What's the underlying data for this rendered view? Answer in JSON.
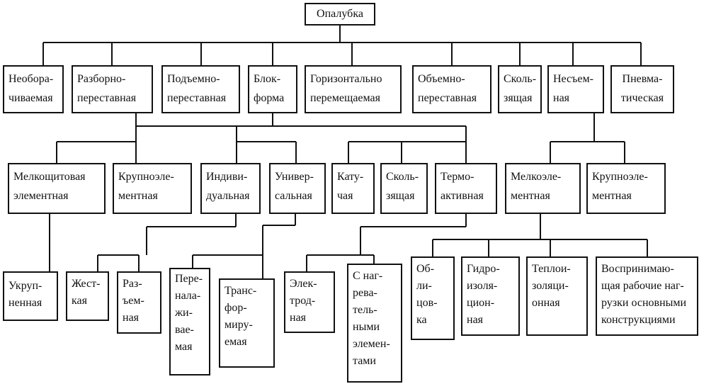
{
  "diagram": {
    "root": "Опалубка",
    "level1": [
      {
        "id": "l1a",
        "label": "Необора-\nчиваемая"
      },
      {
        "id": "l1b",
        "label": "Разборно-\nпереставная"
      },
      {
        "id": "l1c",
        "label": "Подъемно-\nпереставная"
      },
      {
        "id": "l1d",
        "label": "Блок-\nформа"
      },
      {
        "id": "l1e",
        "label": "Горизонтально\nперемещаемая"
      },
      {
        "id": "l1f",
        "label": "Объемно-\nпереставная"
      },
      {
        "id": "l1g",
        "label": "Сколь-\nзящая"
      },
      {
        "id": "l1h",
        "label": "Несъем-\nная"
      },
      {
        "id": "l1i",
        "label": "Пневма-\nтическая"
      }
    ],
    "level2": [
      {
        "id": "l2a",
        "label": "Мелкощитовая\nэлементная"
      },
      {
        "id": "l2b",
        "label": "Крупноэле-\nментная"
      },
      {
        "id": "l2c",
        "label": "Индиви-\nдуальная"
      },
      {
        "id": "l2d",
        "label": "Универ-\nсальная"
      },
      {
        "id": "l2e",
        "label": "Кату-\nчая"
      },
      {
        "id": "l2f",
        "label": "Сколь-\nзящая"
      },
      {
        "id": "l2g",
        "label": "Термо-\nактивная"
      },
      {
        "id": "l2h",
        "label": "Мелкоэле-\nментная"
      },
      {
        "id": "l2i",
        "label": "Крупноэле-\nментная"
      }
    ],
    "level3": [
      {
        "id": "l3a",
        "label": "Укруп-\nненная"
      },
      {
        "id": "l3b",
        "label": "Жест-\nкая"
      },
      {
        "id": "l3c",
        "label": "Раз-\nъем-\nная"
      },
      {
        "id": "l3d",
        "label": "Пере-\nнала-\nжи-\nвае-\nмая"
      },
      {
        "id": "l3e",
        "label": "Транс-\nфор-\nмиру-\nемая"
      },
      {
        "id": "l3f",
        "label": "Элек-\nтрод-\nная"
      },
      {
        "id": "l3g",
        "label": "С наг-\nрева-\nтель-\nными\nэлемен-\nтами"
      },
      {
        "id": "l3h",
        "label": "Об-\nли-\nцов-\nка"
      },
      {
        "id": "l3i",
        "label": "Гидро-\nизоля-\nцион-\nная"
      },
      {
        "id": "l3j",
        "label": "Теплои-\nзоляци-\nонная"
      },
      {
        "id": "l3k",
        "label": "Воспринимаю-\nщая рабочие наг-\nрузки основными\nконструкциями"
      }
    ]
  }
}
